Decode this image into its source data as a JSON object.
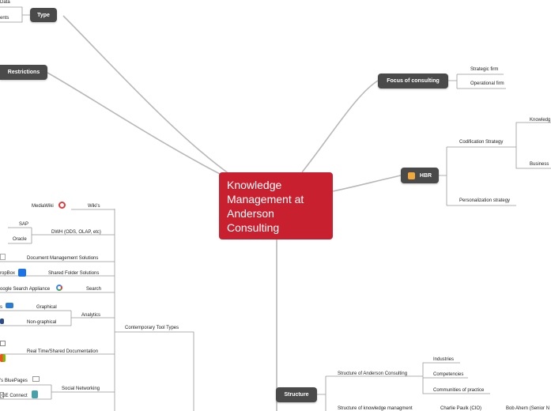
{
  "central": {
    "lines": [
      "Knowledge",
      "Management at",
      "Anderson",
      "Consulting"
    ]
  },
  "topics": {
    "type": "Type",
    "restrictions": "Restrictions",
    "focus": "Focus of consulting",
    "hbr": "HBR",
    "structure": "Structure"
  },
  "focus": {
    "strategic": "Strategic firm",
    "operational": "Operational firm"
  },
  "hbr": {
    "codification": "Codification Strategy",
    "knowledge": "Knowledg",
    "business": "Business ",
    "personalization": "Personalization strategy"
  },
  "type": {
    "data": "Data",
    "ents": "ents"
  },
  "tools": {
    "contemporary": "Contemporary Tool Types",
    "wikis": "Wiki's",
    "mediawiki": "MediaWiki",
    "dwh": "DWH (ODS, OLAP, etc)",
    "sap": "SAP",
    "oracle": "Oracle",
    "dms": "Document Management Solutions",
    "shared_folder": "Shared Folder Solutions",
    "dropbox": "ropBox",
    "search": "Search",
    "google": "oogle Search Appliance",
    "analytics": "Analytics",
    "graphical": "Graphical",
    "nongraphical": "Non-graphical",
    "realtime": "Real Time/Shared Documentation",
    "social": "Social Networking",
    "bluepages": "'s BluePages",
    "geconnect": "GE Connect",
    "sap_s": "s"
  },
  "structure": {
    "anderson": "Structure of Anderson Consulting",
    "industries": "Industries",
    "competencies": "Competencies",
    "communities": "Communities of practice",
    "km": "Structure of knowledge managment",
    "cio": "Charlie Paulk (CIO)",
    "bob": "Bob Ahern (Senior N"
  },
  "colors": {
    "central": "#c8202f",
    "topic": "#4a4a4a",
    "line": "#b0b0b0",
    "hbr_icon": "#f2a93b"
  }
}
